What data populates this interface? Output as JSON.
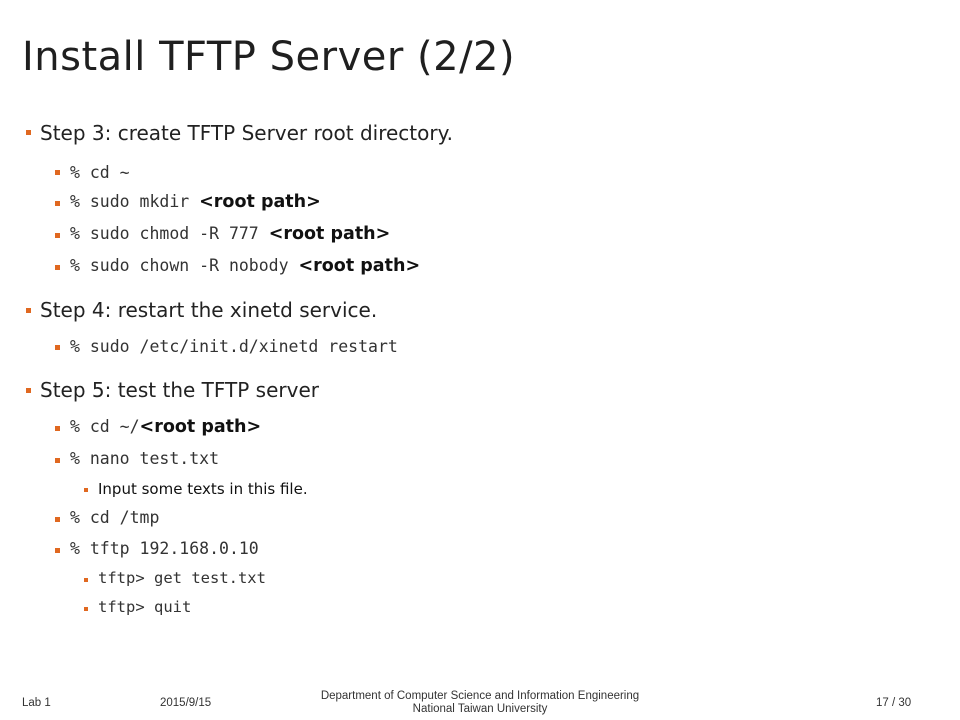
{
  "title": "Install TFTP Server (2/2)",
  "steps": [
    {
      "label": "Step 3: create TFTP Server root directory.",
      "commands": [
        {
          "text": "% cd ~",
          "emph": ""
        },
        {
          "text": "% sudo mkdir ",
          "emph": "<root path>"
        },
        {
          "text": "% sudo chmod -R 777 ",
          "emph": "<root path>"
        },
        {
          "text": "% sudo chown -R nobody ",
          "emph": "<root path>"
        }
      ]
    },
    {
      "label": "Step 4: restart the xinetd service.",
      "commands": [
        {
          "text": "% sudo /etc/init.d/xinetd restart",
          "emph": ""
        }
      ]
    },
    {
      "label": "Step 5: test the TFTP server",
      "commands": [
        {
          "text": "% cd ~/",
          "emph": "<root path>"
        },
        {
          "text": "% nano test.txt",
          "emph": "",
          "sub": [
            "Input some texts in this file."
          ]
        },
        {
          "text": "% cd /tmp",
          "emph": ""
        },
        {
          "text": "% tftp 192.168.0.10",
          "emph": "",
          "sub": [
            "tftp> get test.txt",
            "tftp> quit"
          ]
        }
      ]
    }
  ],
  "footer": {
    "lab": "Lab 1",
    "date": "2015/9/15",
    "dept_line1": "Department of Computer Science and Information Engineering",
    "dept_line2": "National Taiwan University",
    "page": "17 / 30"
  },
  "colors": {
    "bullet": "#e06820"
  }
}
